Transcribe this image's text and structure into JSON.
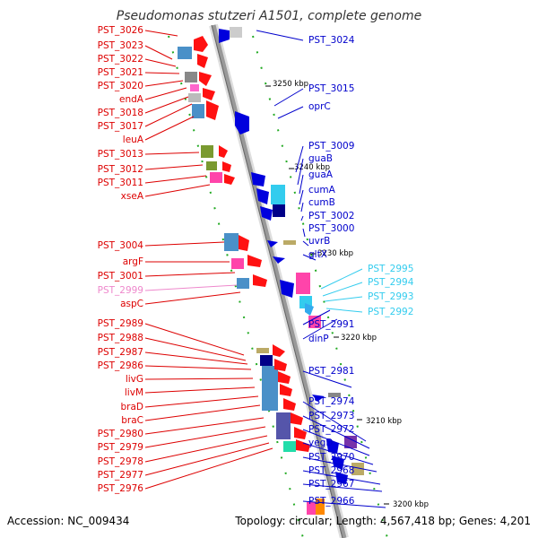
{
  "title": "Pseudomonas stutzeri A1501, complete genome",
  "accession": "Accession: NC_009434",
  "topology": "Topology: circular; Length: 4,567,418 bp; Genes: 4,201",
  "colors": {
    "forward_label": "#dd0000",
    "reverse_label": "#0000cc",
    "light_blue_label": "#33ccee",
    "pink_label": "#ee88cc",
    "backbone": "#999999",
    "tick": "#228822"
  },
  "scale_marks": [
    "3250 kbp",
    "3240 kbp",
    "3230 kbp",
    "3220 kbp",
    "3210 kbp",
    "3200 kbp"
  ],
  "left_labels": [
    {
      "text": "PST_3026",
      "color": "red"
    },
    {
      "text": "PST_3023",
      "color": "red"
    },
    {
      "text": "PST_3022",
      "color": "red"
    },
    {
      "text": "PST_3021",
      "color": "red"
    },
    {
      "text": "PST_3020",
      "color": "red"
    },
    {
      "text": "endA",
      "color": "red"
    },
    {
      "text": "PST_3018",
      "color": "red"
    },
    {
      "text": "PST_3017",
      "color": "red"
    },
    {
      "text": "leuA",
      "color": "red"
    },
    {
      "text": "PST_3013",
      "color": "red"
    },
    {
      "text": "PST_3012",
      "color": "red"
    },
    {
      "text": "PST_3011",
      "color": "red"
    },
    {
      "text": "xseA",
      "color": "red"
    },
    {
      "text": "PST_3004",
      "color": "red"
    },
    {
      "text": "argF",
      "color": "red"
    },
    {
      "text": "PST_3001",
      "color": "red"
    },
    {
      "text": "PST_2999",
      "color": "pink"
    },
    {
      "text": "aspC",
      "color": "red"
    },
    {
      "text": "PST_2989",
      "color": "red"
    },
    {
      "text": "PST_2988",
      "color": "red"
    },
    {
      "text": "PST_2987",
      "color": "red"
    },
    {
      "text": "PST_2986",
      "color": "red"
    },
    {
      "text": "livG",
      "color": "red"
    },
    {
      "text": "livM",
      "color": "red"
    },
    {
      "text": "braD",
      "color": "red"
    },
    {
      "text": "braC",
      "color": "red"
    },
    {
      "text": "PST_2980",
      "color": "red"
    },
    {
      "text": "PST_2979",
      "color": "red"
    },
    {
      "text": "PST_2978",
      "color": "red"
    },
    {
      "text": "PST_2977",
      "color": "red"
    },
    {
      "text": "PST_2976",
      "color": "red"
    }
  ],
  "right_labels": [
    {
      "text": "PST_3024",
      "color": "blue"
    },
    {
      "text": "PST_3015",
      "color": "blue"
    },
    {
      "text": "oprC",
      "color": "blue"
    },
    {
      "text": "PST_3009",
      "color": "blue"
    },
    {
      "text": "guaB",
      "color": "blue"
    },
    {
      "text": "guaA",
      "color": "blue"
    },
    {
      "text": "cumA",
      "color": "blue"
    },
    {
      "text": "cumB",
      "color": "blue"
    },
    {
      "text": "PST_3002",
      "color": "blue"
    },
    {
      "text": "PST_3000",
      "color": "blue"
    },
    {
      "text": "uvrB",
      "color": "blue"
    },
    {
      "text": "gltX",
      "color": "blue"
    },
    {
      "text": "PST_2995",
      "color": "lightblue"
    },
    {
      "text": "PST_2994",
      "color": "lightblue"
    },
    {
      "text": "PST_2993",
      "color": "lightblue"
    },
    {
      "text": "PST_2992",
      "color": "lightblue"
    },
    {
      "text": "PST_2991",
      "color": "blue"
    },
    {
      "text": "dinP",
      "color": "blue"
    },
    {
      "text": "PST_2981",
      "color": "blue"
    },
    {
      "text": "PST_2974",
      "color": "blue"
    },
    {
      "text": "PST_2973",
      "color": "blue"
    },
    {
      "text": "PST_2972",
      "color": "blue"
    },
    {
      "text": "yegD",
      "color": "blue"
    },
    {
      "text": "PST_2970",
      "color": "blue"
    },
    {
      "text": "PST_2968",
      "color": "blue"
    },
    {
      "text": "PST_2967",
      "color": "blue"
    },
    {
      "text": "PST_2966",
      "color": "blue"
    }
  ]
}
